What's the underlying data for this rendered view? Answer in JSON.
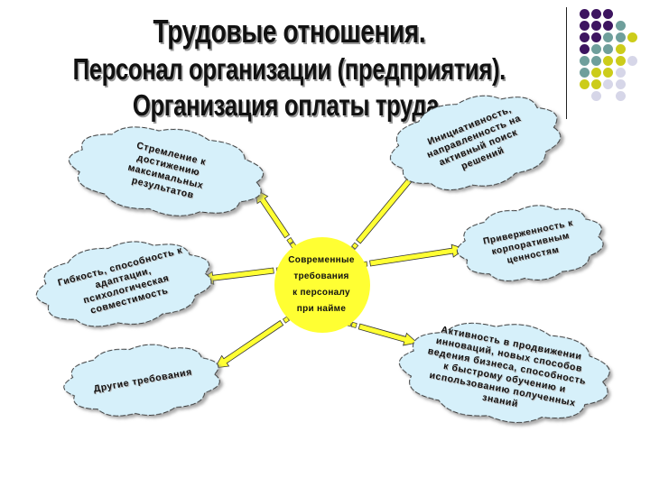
{
  "title": {
    "line1": "Трудовые отношения.",
    "line2": "Персонал организации (предприятия).",
    "line3": "Организация оплаты труда."
  },
  "center": {
    "lines": [
      "Современные",
      "требования",
      "к персоналу",
      "при найме"
    ],
    "fill": "#ffff33"
  },
  "clouds": [
    {
      "lines": [
        "Стремление к",
        "достижению",
        "максимальных",
        "результатов"
      ]
    },
    {
      "lines": [
        "Инициативность,",
        "направленность на",
        "активный поиск",
        "решений"
      ]
    },
    {
      "lines": [
        "Приверженность к",
        "корпоративным",
        "ценностям"
      ]
    },
    {
      "lines": [
        "Гибкость, способность к",
        "адаптации,",
        "психологическая",
        "совместимость"
      ]
    },
    {
      "lines": [
        "Активность в продвижении",
        "инноваций, новых способов",
        "ведения бизнеса, способность",
        "к быстрому обучению и",
        "использованию полученных",
        "знаний"
      ]
    },
    {
      "lines": [
        "Другие требования"
      ]
    }
  ],
  "colors": {
    "cloud_fill": "#d6f0fa",
    "arrow": "#ffff33",
    "dot_purple": "#3d1560",
    "dot_teal": "#6f9f9c",
    "dot_yellow": "#cccc1a",
    "dot_lavender": "#d6d6e8"
  },
  "decor_dots": [
    [
      "P",
      "P",
      "P",
      "",
      ""
    ],
    [
      "P",
      "P",
      "P",
      "T",
      ""
    ],
    [
      "P",
      "P",
      "T",
      "T",
      "Y"
    ],
    [
      "P",
      "T",
      "T",
      "Y",
      ""
    ],
    [
      "T",
      "T",
      "Y",
      "Y",
      "L"
    ],
    [
      "T",
      "Y",
      "Y",
      "L",
      ""
    ],
    [
      "Y",
      "Y",
      "L",
      "L",
      ""
    ],
    [
      "",
      "L",
      "",
      "L",
      ""
    ]
  ]
}
